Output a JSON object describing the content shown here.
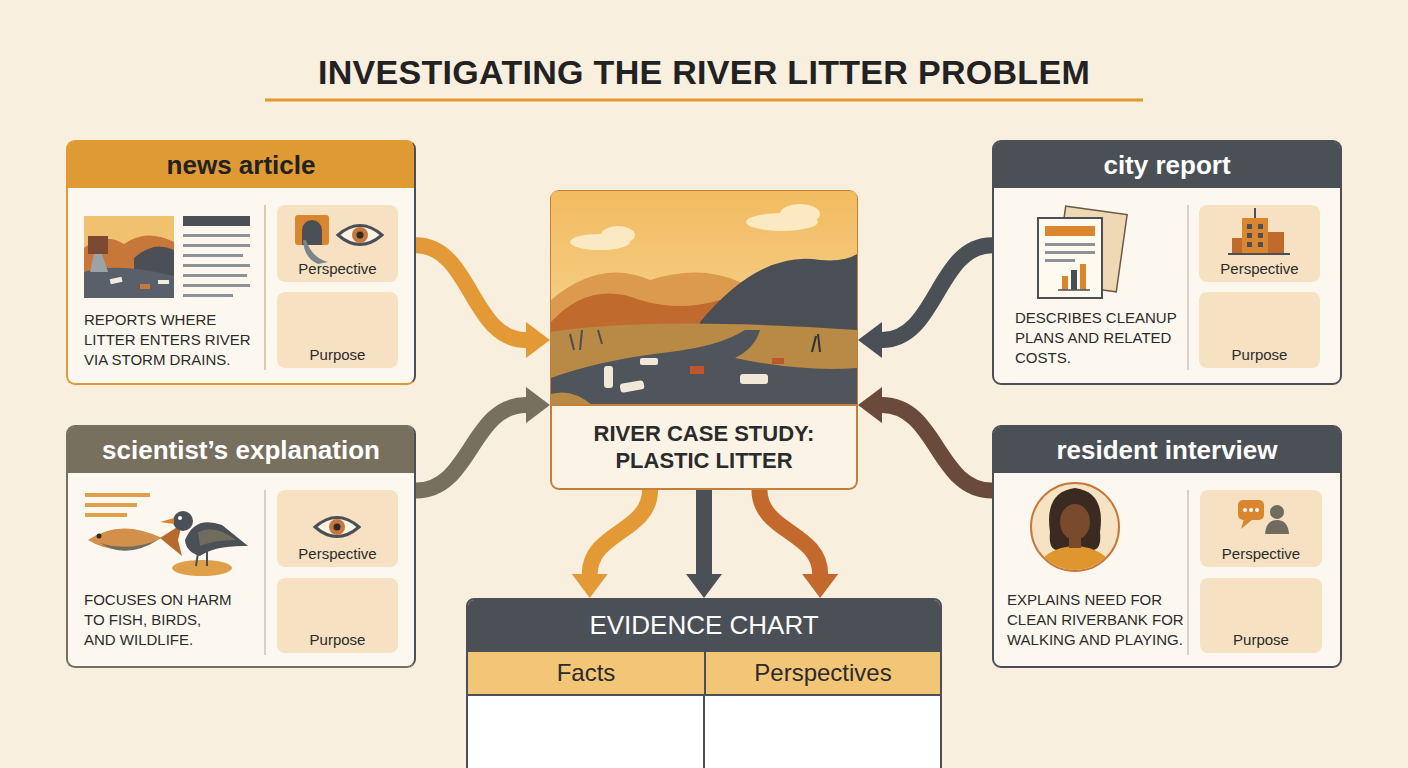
{
  "diagram": {
    "title": "INVESTIGATING THE RIVER LITTER PROBLEM",
    "nodes": [
      {
        "text": [
          "news article",
          "REPORTS WHERE LITTER ENTERS RIVER VIA STORM DRAINS."
        ]
      },
      {
        "text": [
          "Perspective"
        ],
        "in": 0
      },
      {
        "text": [
          "Purpose"
        ],
        "in": 0
      },
      {
        "text": [
          "city report",
          "DESCRIBES CLEANUP PLANS AND RELATED COSTS."
        ]
      },
      {
        "text": [
          "Perspective"
        ],
        "in": 3
      },
      {
        "text": [
          "Purpose"
        ],
        "in": 3
      },
      {
        "text": [
          "RIVER CASE STUDY: PLASTIC LITTER"
        ]
      },
      {
        "text": [
          "scientist’s explanation",
          "FOCUSES ON HARM TO FISH, BIRDS, AND WILDLIFE."
        ]
      },
      {
        "text": [
          "Perspective"
        ],
        "in": 7
      },
      {
        "text": [
          "Purpose"
        ],
        "in": 7
      },
      {
        "text": [
          "resident interview",
          "EXPLAINS NEED FOR CLEAN RIVERBANK FOR WALKING AND PLAYING."
        ]
      },
      {
        "text": [
          "Perspective"
        ],
        "in": 10
      },
      {
        "text": [
          "Purpose"
        ],
        "in": 10
      },
      {
        "text": [
          "EVIDENCE CHART"
        ]
      },
      {
        "text": [
          "Facts"
        ],
        "in": 13
      },
      {
        "text": [
          "Perspectives"
        ],
        "in": 13
      }
    ],
    "edges": [
      {
        "from": 0,
        "to": 6,
        "arrow": "to"
      },
      {
        "from": 3,
        "to": 6,
        "arrow": "to"
      },
      {
        "from": 7,
        "to": 6,
        "arrow": "to"
      },
      {
        "from": 10,
        "to": 6,
        "arrow": "to"
      },
      {
        "from": 6,
        "to": 13,
        "arrow": "to"
      },
      {
        "from": 6,
        "to": 13,
        "arrow": "to"
      },
      {
        "from": 6,
        "to": 13,
        "arrow": "to"
      }
    ]
  }
}
